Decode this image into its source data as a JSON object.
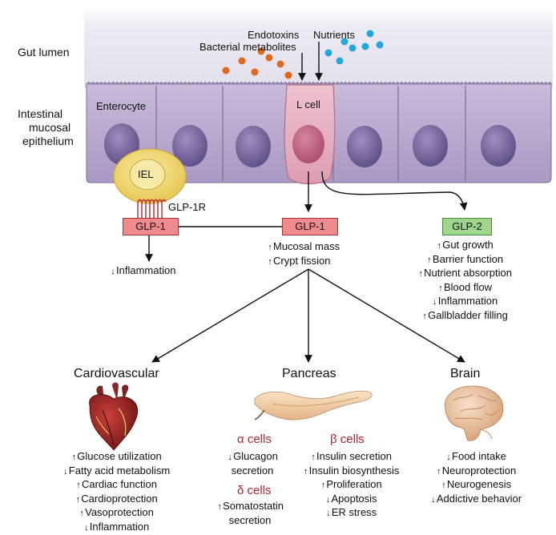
{
  "gut": {
    "lumen_label": "Gut lumen",
    "epithelium_label": [
      "Intestinal",
      "mucosal",
      "epithelium"
    ],
    "endotoxins": "Endotoxins",
    "bacterial_metabolites": "Bacterial metabolites",
    "nutrients": "Nutrients",
    "enterocyte": "Enterocyte",
    "l_cell": "L cell",
    "iel": "IEL",
    "glp1r": "GLP-1R"
  },
  "boxes": {
    "glp1_left": "GLP-1",
    "glp1_center": "GLP-1",
    "glp2": "GLP-2"
  },
  "effects": {
    "iel": [
      {
        "dir": "down",
        "text": "Inflammation"
      }
    ],
    "glp1_local": [
      {
        "dir": "up",
        "text": "Mucosal mass"
      },
      {
        "dir": "up",
        "text": "Crypt fission"
      }
    ],
    "glp2": [
      {
        "dir": "up",
        "text": "Gut growth"
      },
      {
        "dir": "up",
        "text": "Barrier function"
      },
      {
        "dir": "up",
        "text": "Nutrient absorption"
      },
      {
        "dir": "up",
        "text": "Blood flow"
      },
      {
        "dir": "down",
        "text": "Inflammation"
      },
      {
        "dir": "up",
        "text": "Gallbladder filling"
      }
    ]
  },
  "organs": {
    "cardio": {
      "title": "Cardiovascular",
      "effects": [
        {
          "dir": "up",
          "text": "Glucose utilization"
        },
        {
          "dir": "down",
          "text": "Fatty acid metabolism"
        },
        {
          "dir": "up",
          "text": "Cardiac function"
        },
        {
          "dir": "up",
          "text": "Cardioprotection"
        },
        {
          "dir": "up",
          "text": "Vasoprotection"
        },
        {
          "dir": "down",
          "text": "Inflammation"
        }
      ]
    },
    "pancreas": {
      "title": "Pancreas",
      "alpha_title": "α cells",
      "alpha": [
        {
          "dir": "down",
          "text": "Glucagon"
        },
        {
          "dir": "",
          "text": "secretion"
        }
      ],
      "delta_title": "δ cells",
      "delta": [
        {
          "dir": "up",
          "text": "Somatostatin"
        },
        {
          "dir": "",
          "text": "secretion"
        }
      ],
      "beta_title": "β cells",
      "beta": [
        {
          "dir": "up",
          "text": "Insulin secretion"
        },
        {
          "dir": "up",
          "text": "Insulin biosynthesis"
        },
        {
          "dir": "up",
          "text": "Proliferation"
        },
        {
          "dir": "down",
          "text": "Apoptosis"
        },
        {
          "dir": "down",
          "text": "ER stress"
        }
      ]
    },
    "brain": {
      "title": "Brain",
      "effects": [
        {
          "dir": "down",
          "text": "Food intake"
        },
        {
          "dir": "up",
          "text": "Neuroprotection"
        },
        {
          "dir": "up",
          "text": "Neurogenesis"
        },
        {
          "dir": "down",
          "text": "Addictive behavior"
        }
      ]
    }
  },
  "colors": {
    "cell": "#b3a2c9",
    "l_cell": "#e6a9bd",
    "iel": "#f1d66d",
    "glp1": "#ef8b8f",
    "glp2": "#9fd68e",
    "bacteria": "#e0691f",
    "nutrient": "#23a6dc",
    "greek": "#b8252e"
  }
}
